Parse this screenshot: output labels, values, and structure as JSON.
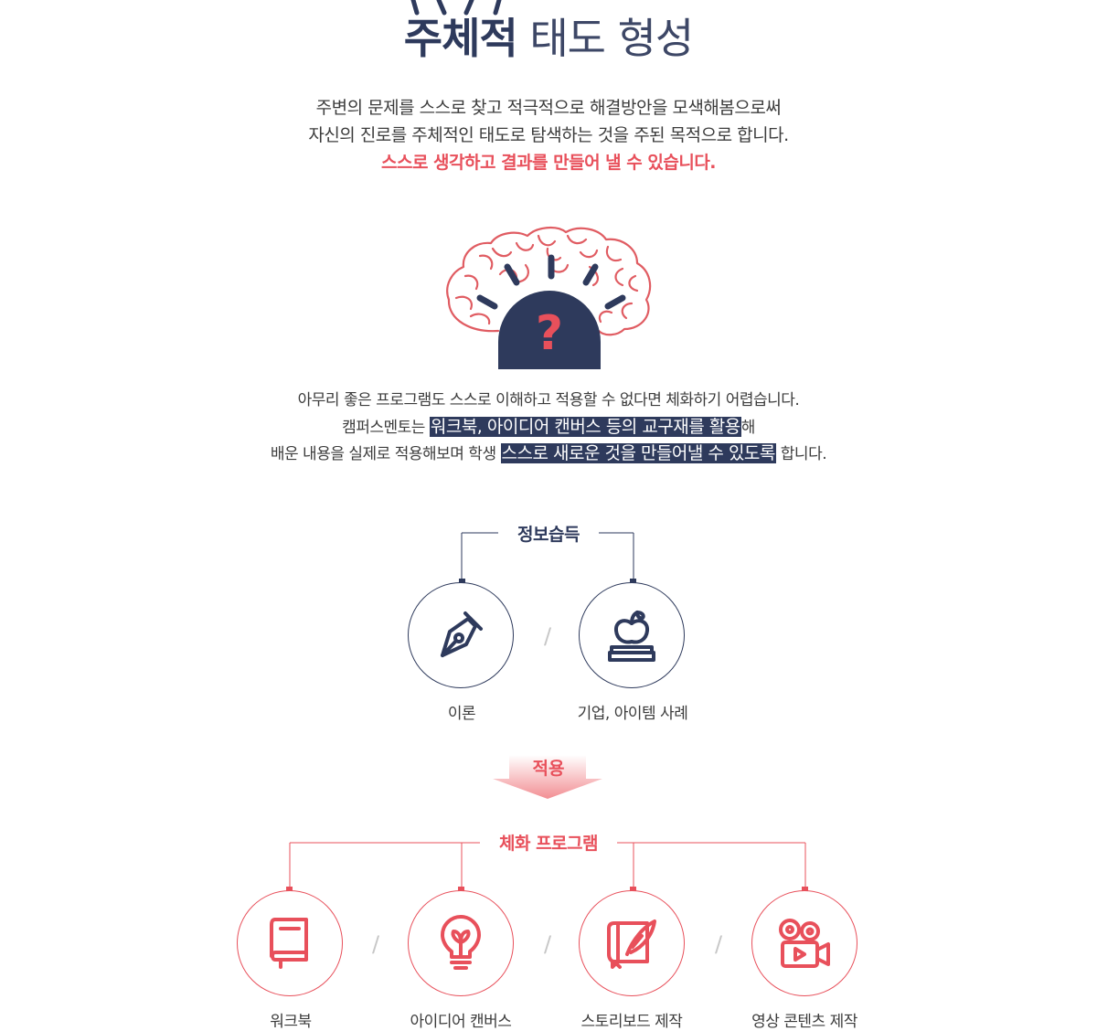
{
  "header": {
    "title_bold": "주체적",
    "title_light": "태도 형성"
  },
  "intro": {
    "line1": "주변의 문제를 스스로 찾고 적극적으로 해결방안을 모색해봄으로써",
    "line2": "자신의 진로를 주체적인 태도로 탐색하는 것을 주된 목적으로 합니다.",
    "line3": "스스로 생각하고 결과를 만들어 낼 수 있습니다."
  },
  "brain": {
    "mark": "?"
  },
  "description": {
    "line1": "아무리 좋은 프로그램도 스스로 이해하고 적용할 수 없다면 체화하기 어렵습니다.",
    "line2_pre": "캠퍼스멘토는 ",
    "line2_highlight": "워크북, 아이디어 캔버스 등의 교구재를 활용",
    "line2_post": "해",
    "line3_pre": "배운 내용을 실제로 적용해보며 학생 ",
    "line3_highlight": "스스로 새로운 것을 만들어낼 수 있도록",
    "line3_post": " 합니다."
  },
  "info_group": {
    "title": "정보습득",
    "items": [
      {
        "label": "이론",
        "icon": "pen-nib-icon"
      },
      {
        "label": "기업, 아이템 사례",
        "icon": "apple-books-icon"
      }
    ],
    "separator": "/"
  },
  "apply": {
    "label": "적용"
  },
  "program_group": {
    "title": "체화 프로그램",
    "items": [
      {
        "label": "워크북",
        "icon": "book-icon"
      },
      {
        "label": "아이디어 캔버스",
        "icon": "lightbulb-icon"
      },
      {
        "label": "스토리보드 제작",
        "icon": "quill-book-icon"
      },
      {
        "label": "영상 콘텐츠 제작",
        "icon": "video-camera-icon"
      }
    ],
    "separator": "/"
  },
  "colors": {
    "navy": "#2e3a5c",
    "accent_red": "#e8505b",
    "brain_outline": "#e05c62"
  }
}
